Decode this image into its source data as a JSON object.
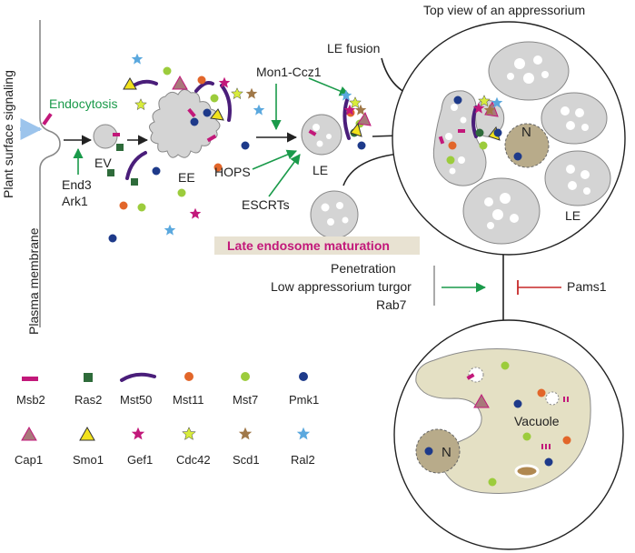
{
  "colors": {
    "arrow": "#222222",
    "green_arrow": "#1a9a4a",
    "inhibit": "#c62828",
    "msb2": "#c2187a",
    "ras2": "#2e6b3a",
    "mst50": "#4a1e7a",
    "mst11": "#e2662a",
    "mst7": "#9ccc3c",
    "pmk1": "#1e3a8a",
    "cap1": "#a8787a",
    "smo1": "#f2e21c",
    "gef1": "#c2187a",
    "cdc42": "#d8ec3c",
    "scd1": "#a07848",
    "ral2": "#5aa8de",
    "vesicle": "#d4d4d4",
    "nucleus": "#b8ab8a",
    "vacuole": "#e4e0c4",
    "maturation_bar": "#e8e2d2"
  },
  "labels": {
    "plant_surface": "Plant surface signaling",
    "plasma_membrane": "Plasma membrane",
    "endocytosis": "Endocytosis",
    "end3": "End3",
    "ark1": "Ark1",
    "ev": "EV",
    "ee": "EE",
    "hops": "HOPS",
    "escrts": "ESCRTs",
    "le": "LE",
    "mon1": "Mon1-Ccz1",
    "le_fusion": "LE fusion",
    "top_view": "Top view of an appressorium",
    "le_top": "LE",
    "n_top": "N",
    "late_maturation": "Late endosome maturation",
    "penetration": "Penetration",
    "low_turgor": "Low appressorium turgor",
    "rab7": "Rab7",
    "pams1": "Pams1",
    "vacuole": "Vacuole",
    "n_bottom": "N"
  },
  "legend": [
    {
      "name": "Msb2",
      "icon": "bar-icon"
    },
    {
      "name": "Ras2",
      "icon": "square-icon"
    },
    {
      "name": "Mst50",
      "icon": "arc-icon"
    },
    {
      "name": "Mst11",
      "icon": "dot-icon"
    },
    {
      "name": "Mst7",
      "icon": "dot-icon"
    },
    {
      "name": "Pmk1",
      "icon": "dot-icon"
    },
    {
      "name": "Cap1",
      "icon": "triangle-icon"
    },
    {
      "name": "Smo1",
      "icon": "triangle-icon"
    },
    {
      "name": "Gef1",
      "icon": "star-icon"
    },
    {
      "name": "Cdc42",
      "icon": "star-icon"
    },
    {
      "name": "Scd1",
      "icon": "star-icon"
    },
    {
      "name": "Ral2",
      "icon": "star-icon"
    }
  ]
}
